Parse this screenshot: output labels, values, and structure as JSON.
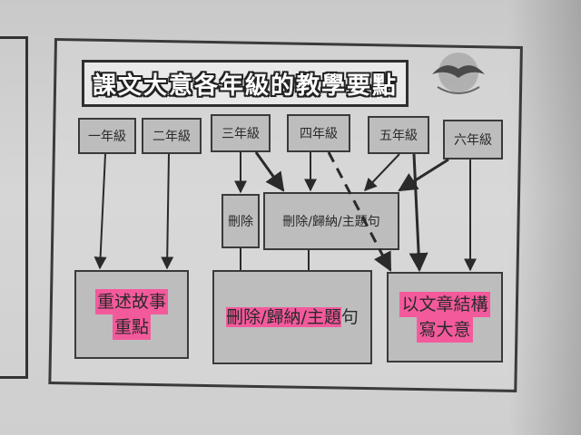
{
  "title": "課文大意各年級的教學要點",
  "logo": {
    "icon": "globe-wing-emblem-icon",
    "caption": ""
  },
  "grades": [
    "一年級",
    "二年級",
    "三年級",
    "四年級",
    "五年級",
    "六年級"
  ],
  "middle": {
    "small": "刪除",
    "wide": "刪除/歸納/主題句"
  },
  "outcomes": {
    "left": {
      "line1": "重述故事",
      "line2": "重點"
    },
    "center": {
      "highlighted": "刪除/歸納/主題",
      "rest": "句"
    },
    "right": {
      "line1": "以文章結構",
      "line2": "寫大意"
    }
  },
  "colors": {
    "box": "#bdbdbd",
    "highlight": "#f35a9c",
    "border": "#3a3a3a"
  }
}
